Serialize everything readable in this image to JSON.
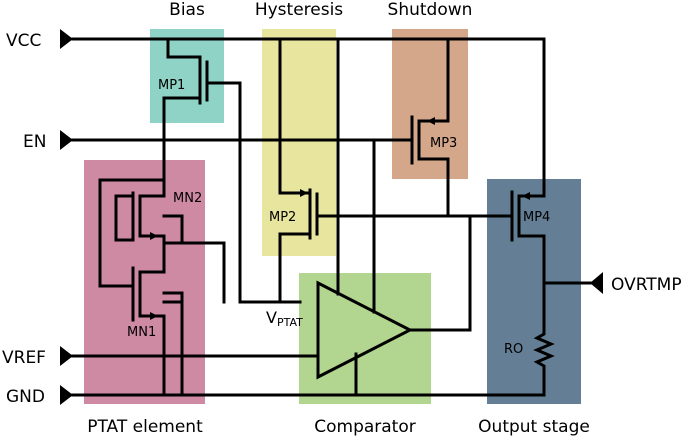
{
  "pins": {
    "vcc": "VCC",
    "en": "EN",
    "vref": "VREF",
    "gnd": "GND",
    "ovrtmp": "OVRTMP"
  },
  "blocks": {
    "bias": {
      "title": "Bias",
      "color": "#8fd3c7"
    },
    "hysteresis": {
      "title": "Hysteresis",
      "color": "#e8e59e"
    },
    "shutdown": {
      "title": "Shutdown",
      "color": "#d4a78b"
    },
    "ptat": {
      "title": "PTAT element",
      "color": "#cf8aa3"
    },
    "comparator": {
      "title": "Comparator",
      "color": "#b2d58f"
    },
    "output": {
      "title": "Output stage",
      "color": "#647f95"
    }
  },
  "devices": {
    "mp1": "MP1",
    "mp2": "MP2",
    "mp3": "MP3",
    "mp4": "MP4",
    "mn1": "MN1",
    "mn2": "MN2",
    "ro": "RO"
  },
  "nodes": {
    "vptat_main": "V",
    "vptat_sub": "PTAT"
  },
  "colors": {
    "wire": "#000000",
    "comparator_fill": "#b2d58f"
  }
}
